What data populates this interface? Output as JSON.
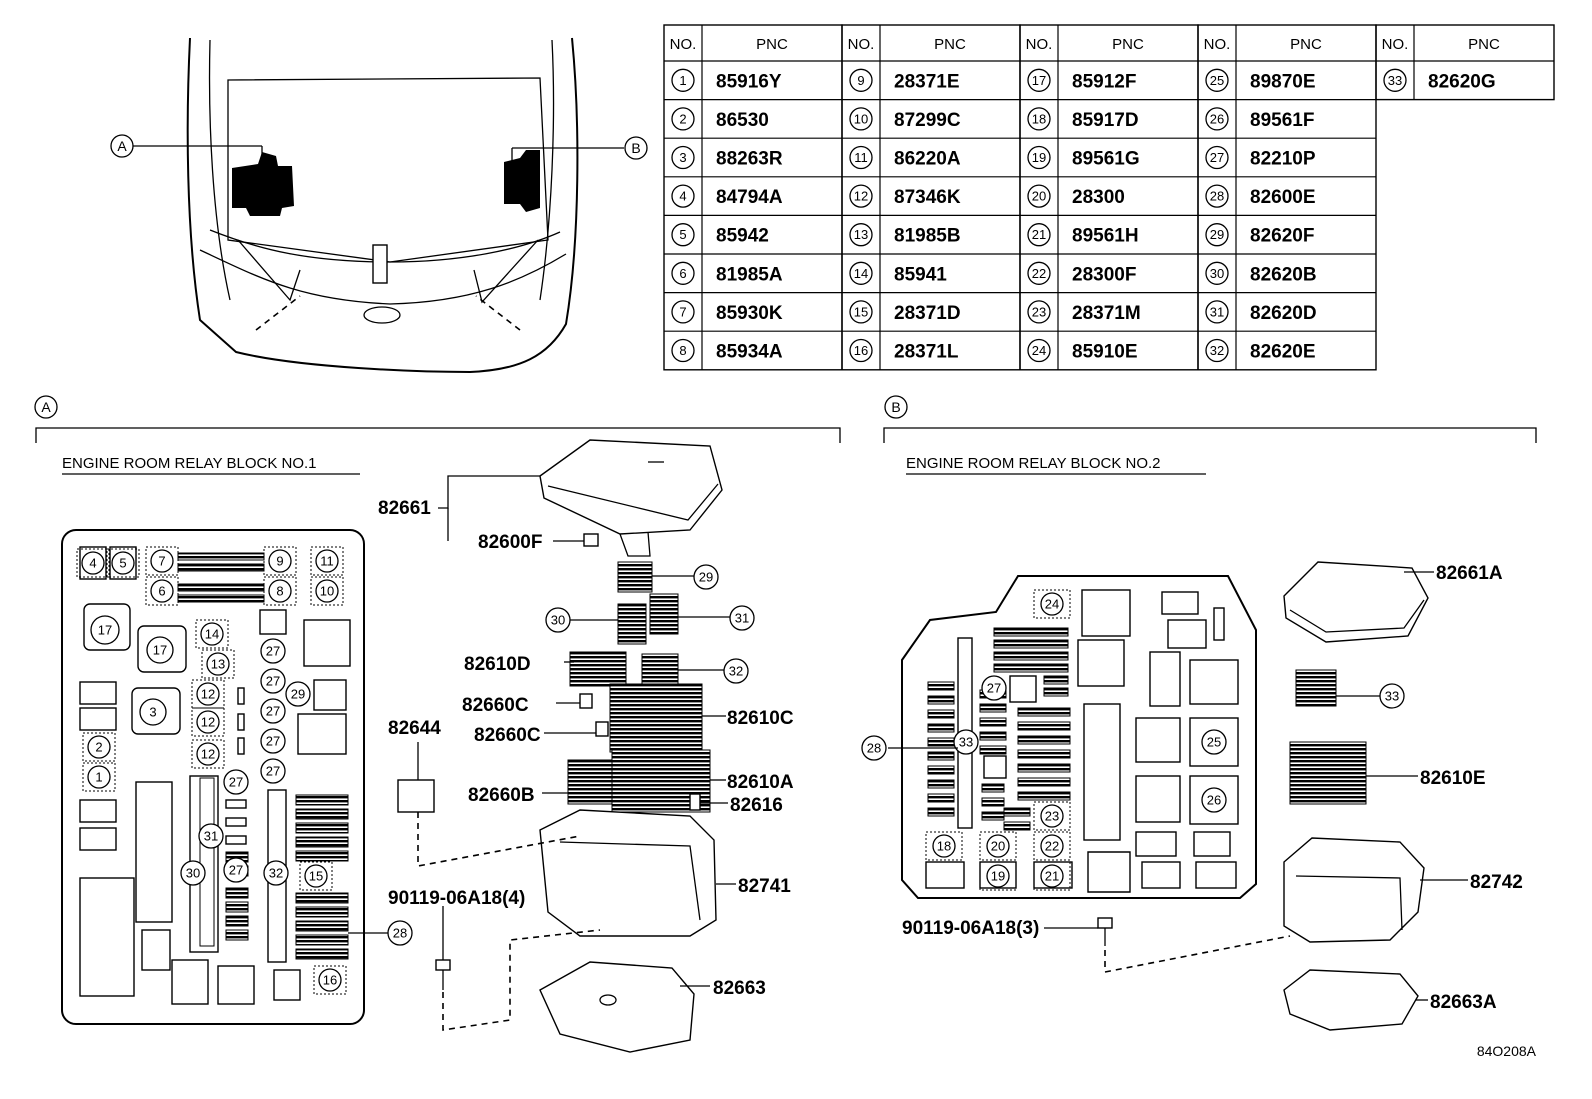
{
  "table": {
    "headers": {
      "no": "NO.",
      "pnc": "PNC"
    },
    "columns": [
      [
        {
          "no": "1",
          "pnc": "85916Y"
        },
        {
          "no": "2",
          "pnc": "86530"
        },
        {
          "no": "3",
          "pnc": "88263R"
        },
        {
          "no": "4",
          "pnc": "84794A"
        },
        {
          "no": "5",
          "pnc": "85942"
        },
        {
          "no": "6",
          "pnc": "81985A"
        },
        {
          "no": "7",
          "pnc": "85930K"
        },
        {
          "no": "8",
          "pnc": "85934A"
        }
      ],
      [
        {
          "no": "9",
          "pnc": "28371E"
        },
        {
          "no": "10",
          "pnc": "87299C"
        },
        {
          "no": "11",
          "pnc": "86220A"
        },
        {
          "no": "12",
          "pnc": "87346K"
        },
        {
          "no": "13",
          "pnc": "81985B"
        },
        {
          "no": "14",
          "pnc": "85941"
        },
        {
          "no": "15",
          "pnc": "28371D"
        },
        {
          "no": "16",
          "pnc": "28371L"
        }
      ],
      [
        {
          "no": "17",
          "pnc": "85912F"
        },
        {
          "no": "18",
          "pnc": "85917D"
        },
        {
          "no": "19",
          "pnc": "89561G"
        },
        {
          "no": "20",
          "pnc": "28300"
        },
        {
          "no": "21",
          "pnc": "89561H"
        },
        {
          "no": "22",
          "pnc": "28300F"
        },
        {
          "no": "23",
          "pnc": "28371M"
        },
        {
          "no": "24",
          "pnc": "85910E"
        }
      ],
      [
        {
          "no": "25",
          "pnc": "89870E"
        },
        {
          "no": "26",
          "pnc": "89561F"
        },
        {
          "no": "27",
          "pnc": "82210P"
        },
        {
          "no": "28",
          "pnc": "82600E"
        },
        {
          "no": "29",
          "pnc": "82620F"
        },
        {
          "no": "30",
          "pnc": "82620B"
        },
        {
          "no": "31",
          "pnc": "82620D"
        },
        {
          "no": "32",
          "pnc": "82620E"
        }
      ],
      [
        {
          "no": "33",
          "pnc": "82620G"
        }
      ]
    ]
  },
  "overview": {
    "marker_a": "A",
    "marker_b": "B"
  },
  "section_a": {
    "marker": "A",
    "title": "ENGINE ROOM RELAY BLOCK NO.1",
    "parts": {
      "p82661": "82661",
      "p82600F": "82600F",
      "p82610D": "82610D",
      "p82660C_1": "82660C",
      "p82660C_2": "82660C",
      "p82610C": "82610C",
      "p82644": "82644",
      "p82610A": "82610A",
      "p82660B": "82660B",
      "p82616": "82616",
      "p82741": "82741",
      "bolt": "90119-06A18(4)",
      "p82663": "82663"
    }
  },
  "section_b": {
    "marker": "B",
    "title": "ENGINE ROOM RELAY BLOCK NO.2",
    "parts": {
      "p82661A": "82661A",
      "p82610E": "82610E",
      "p82742": "82742",
      "bolt": "90119-06A18(3)",
      "p82663A": "82663A"
    }
  },
  "figure_code": "84O208A",
  "icons": {
    "circled_number": "circled-number-callout",
    "screw": "screw-icon"
  }
}
